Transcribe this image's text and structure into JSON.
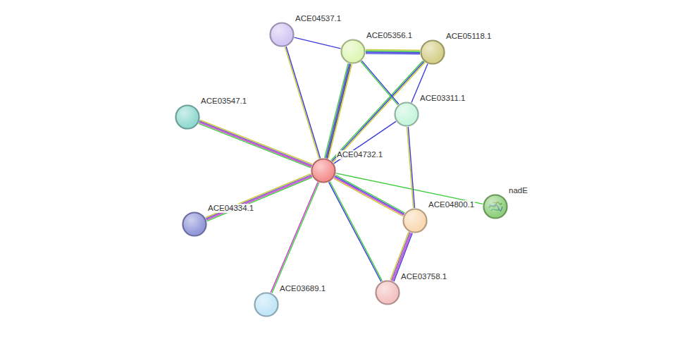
{
  "diagram": {
    "nodes": [
      {
        "text": [
          "ACE04537.1"
        ]
      },
      {
        "text": [
          "ACE05356.1"
        ]
      },
      {
        "text": [
          "ACE05118.1"
        ]
      },
      {
        "text": [
          "ACE03547.1"
        ]
      },
      {
        "text": [
          "ACE03311.1"
        ]
      },
      {
        "text": [
          "ACE04732.1"
        ]
      },
      {
        "text": [
          "nadE"
        ]
      },
      {
        "text": [
          "ACE04800.1"
        ]
      },
      {
        "text": [
          "ACE04334.1"
        ]
      },
      {
        "text": [
          "ACE03758.1"
        ]
      },
      {
        "text": [
          "ACE03689.1"
        ]
      }
    ],
    "edges": [
      {
        "from": 5,
        "to": 0,
        "arrow": "none"
      },
      {
        "from": 5,
        "to": 1,
        "arrow": "none"
      },
      {
        "from": 5,
        "to": 2,
        "arrow": "none"
      },
      {
        "from": 5,
        "to": 4,
        "arrow": "none"
      },
      {
        "from": 5,
        "to": 3,
        "arrow": "none"
      },
      {
        "from": 5,
        "to": 8,
        "arrow": "none"
      },
      {
        "from": 5,
        "to": 10,
        "arrow": "none"
      },
      {
        "from": 5,
        "to": 9,
        "arrow": "none"
      },
      {
        "from": 5,
        "to": 7,
        "arrow": "none"
      },
      {
        "from": 5,
        "to": 6,
        "arrow": "none"
      },
      {
        "from": 0,
        "to": 1,
        "arrow": "none"
      },
      {
        "from": 1,
        "to": 2,
        "arrow": "none"
      },
      {
        "from": 1,
        "to": 4,
        "arrow": "none"
      },
      {
        "from": 2,
        "to": 4,
        "arrow": "none"
      },
      {
        "from": 4,
        "to": 7,
        "arrow": "none"
      },
      {
        "from": 7,
        "to": 9,
        "arrow": "none"
      }
    ]
  }
}
